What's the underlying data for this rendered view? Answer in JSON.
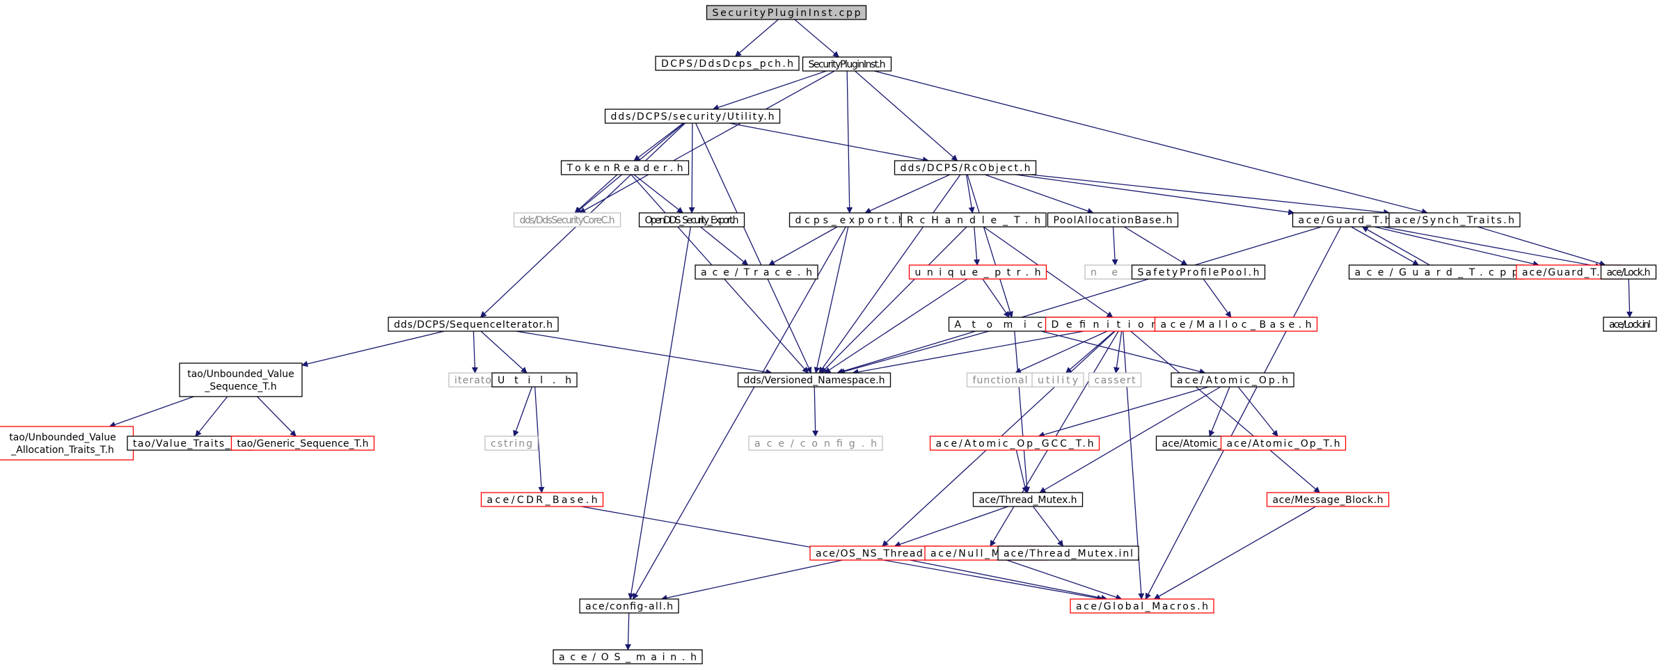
{
  "graph": {
    "nodes": [
      {
        "id": "root",
        "label": "SecurityPluginInst.cpp",
        "style": "root"
      },
      {
        "id": "pch",
        "label": "DCPS/DdsDcps_pch.h",
        "style": "normal"
      },
      {
        "id": "sph",
        "label": "SecurityPluginInst.h",
        "style": "normal"
      },
      {
        "id": "util",
        "label": "dds/DCPS/security/Utility.h",
        "style": "normal"
      },
      {
        "id": "rcobj",
        "label": "dds/DCPS/RcObject.h",
        "style": "normal"
      },
      {
        "id": "tokr",
        "label": "TokenReader.h",
        "style": "normal"
      },
      {
        "id": "core",
        "label": "dds/DdsSecurityCoreC.h",
        "style": "nofile"
      },
      {
        "id": "odse",
        "label": "OpenDDS_Security_Export.h",
        "style": "normal"
      },
      {
        "id": "dcpsx",
        "label": "dcps_export.h",
        "style": "normal"
      },
      {
        "id": "rch",
        "label": "RcHandle_T.h",
        "style": "normal"
      },
      {
        "id": "pab",
        "label": "PoolAllocationBase.h",
        "style": "normal"
      },
      {
        "id": "guard",
        "label": "ace/Guard_T.h",
        "style": "normal"
      },
      {
        "id": "synch",
        "label": "ace/Synch_Traits.h",
        "style": "normal"
      },
      {
        "id": "trace",
        "label": "ace/Trace.h",
        "style": "normal"
      },
      {
        "id": "uptr",
        "label": "unique_ptr.h",
        "style": "trunc"
      },
      {
        "id": "new",
        "label": "new",
        "style": "nofile"
      },
      {
        "id": "spp",
        "label": "SafetyProfilePool.h",
        "style": "normal"
      },
      {
        "id": "gcpp",
        "label": "ace/Guard_T.cpp",
        "style": "normal"
      },
      {
        "id": "ginl",
        "label": "ace/Guard_T.inl",
        "style": "trunc"
      },
      {
        "id": "lock",
        "label": "ace/Lock.h",
        "style": "normal"
      },
      {
        "id": "seqit",
        "label": "dds/DCPS/SequenceIterator.h",
        "style": "normal"
      },
      {
        "id": "atomic",
        "label": "Atomic.h",
        "style": "normal"
      },
      {
        "id": "defs",
        "label": "Definitions.h",
        "style": "trunc"
      },
      {
        "id": "mallocb",
        "label": "ace/Malloc_Base.h",
        "style": "trunc"
      },
      {
        "id": "lockinl",
        "label": "ace/Lock.inl",
        "style": "normal"
      },
      {
        "id": "tuv",
        "label": "tao/Unbounded_Value\n_Sequence_T.h",
        "style": "normal"
      },
      {
        "id": "iter",
        "label": "iterator",
        "style": "nofile"
      },
      {
        "id": "utilh",
        "label": "Util.h",
        "style": "normal"
      },
      {
        "id": "vns",
        "label": "dds/Versioned_Namespace.h",
        "style": "normal"
      },
      {
        "id": "func",
        "label": "functional",
        "style": "nofile"
      },
      {
        "id": "utility",
        "label": "utility",
        "style": "nofile"
      },
      {
        "id": "cassert",
        "label": "cassert",
        "style": "nofile"
      },
      {
        "id": "aop",
        "label": "ace/Atomic_Op.h",
        "style": "normal"
      },
      {
        "id": "tuvat",
        "label": "tao/Unbounded_Value\n_Allocation_Traits_T.h",
        "style": "trunc"
      },
      {
        "id": "vtt",
        "label": "tao/Value_Traits_T.h",
        "style": "normal"
      },
      {
        "id": "gst",
        "label": "tao/Generic_Sequence_T.h",
        "style": "trunc"
      },
      {
        "id": "cstring",
        "label": "cstring",
        "style": "nofile"
      },
      {
        "id": "config",
        "label": "ace/config.h",
        "style": "nofile"
      },
      {
        "id": "aogcc",
        "label": "ace/Atomic_Op_GCC_T.h",
        "style": "trunc"
      },
      {
        "id": "aoinl",
        "label": "ace/Atomic_Op.inl",
        "style": "normal"
      },
      {
        "id": "aot",
        "label": "ace/Atomic_Op_T.h",
        "style": "trunc"
      },
      {
        "id": "cdr",
        "label": "ace/CDR_Base.h",
        "style": "trunc"
      },
      {
        "id": "tmx",
        "label": "ace/Thread_Mutex.h",
        "style": "normal"
      },
      {
        "id": "mb",
        "label": "ace/Message_Block.h",
        "style": "trunc"
      },
      {
        "id": "osns",
        "label": "ace/OS_NS_Thread.h",
        "style": "trunc"
      },
      {
        "id": "nmx",
        "label": "ace/Null_Mutex.h",
        "style": "trunc"
      },
      {
        "id": "tmxinl",
        "label": "ace/Thread_Mutex.inl",
        "style": "normal"
      },
      {
        "id": "cfgall",
        "label": "ace/config-all.h",
        "style": "normal"
      },
      {
        "id": "gm",
        "label": "ace/Global_Macros.h",
        "style": "trunc"
      },
      {
        "id": "osmain",
        "label": "ace/OS_main.h",
        "style": "normal"
      }
    ],
    "edges": [
      [
        "root",
        "pch"
      ],
      [
        "root",
        "sph"
      ],
      [
        "sph",
        "util"
      ],
      [
        "sph",
        "core"
      ],
      [
        "sph",
        "rcobj"
      ],
      [
        "sph",
        "dcpsx"
      ],
      [
        "sph",
        "synch"
      ],
      [
        "util",
        "core"
      ],
      [
        "util",
        "tokr"
      ],
      [
        "util",
        "odse"
      ],
      [
        "util",
        "rcobj"
      ],
      [
        "util",
        "seqit"
      ],
      [
        "util",
        "vns"
      ],
      [
        "tokr",
        "core"
      ],
      [
        "tokr",
        "odse"
      ],
      [
        "tokr",
        "vns"
      ],
      [
        "odse",
        "trace"
      ],
      [
        "odse",
        "cfgall"
      ],
      [
        "rcobj",
        "dcpsx"
      ],
      [
        "rcobj",
        "rch"
      ],
      [
        "rcobj",
        "pab"
      ],
      [
        "rcobj",
        "guard"
      ],
      [
        "rcobj",
        "synch"
      ],
      [
        "rcobj",
        "atomic"
      ],
      [
        "rcobj",
        "vns"
      ],
      [
        "dcpsx",
        "trace"
      ],
      [
        "dcpsx",
        "vns"
      ],
      [
        "dcpsx",
        "cfgall"
      ],
      [
        "rch",
        "uptr"
      ],
      [
        "rch",
        "defs"
      ],
      [
        "rch",
        "vns"
      ],
      [
        "uptr",
        "atomic"
      ],
      [
        "uptr",
        "vns"
      ],
      [
        "pab",
        "new"
      ],
      [
        "pab",
        "spp"
      ],
      [
        "spp",
        "mallocb"
      ],
      [
        "guard",
        "gcpp"
      ],
      [
        "guard",
        "ginl"
      ],
      [
        "guard",
        "lock"
      ],
      [
        "guard",
        "vns"
      ],
      [
        "guard",
        "gm"
      ],
      [
        "gcpp",
        "guard"
      ],
      [
        "synch",
        "lock"
      ],
      [
        "lock",
        "lockinl"
      ],
      [
        "seqit",
        "tuv"
      ],
      [
        "seqit",
        "iter"
      ],
      [
        "seqit",
        "utilh"
      ],
      [
        "seqit",
        "vns"
      ],
      [
        "tuv",
        "tuvat"
      ],
      [
        "tuv",
        "vtt"
      ],
      [
        "tuv",
        "gst"
      ],
      [
        "utilh",
        "cstring"
      ],
      [
        "utilh",
        "cdr"
      ],
      [
        "atomic",
        "vns"
      ],
      [
        "atomic",
        "aop"
      ],
      [
        "atomic",
        "tmx"
      ],
      [
        "defs",
        "vns"
      ],
      [
        "defs",
        "func"
      ],
      [
        "defs",
        "utility"
      ],
      [
        "defs",
        "cassert"
      ],
      [
        "defs",
        "nmx"
      ],
      [
        "defs",
        "osns"
      ],
      [
        "defs",
        "gm"
      ],
      [
        "defs",
        "mb"
      ],
      [
        "vns",
        "config"
      ],
      [
        "aop",
        "aogcc"
      ],
      [
        "aop",
        "aoinl"
      ],
      [
        "aop",
        "aot"
      ],
      [
        "aop",
        "tmx"
      ],
      [
        "aogcc",
        "tmx"
      ],
      [
        "tmx",
        "osns"
      ],
      [
        "tmx",
        "tmxinl"
      ],
      [
        "cdr",
        "gm"
      ],
      [
        "mb",
        "gm"
      ],
      [
        "osns",
        "cfgall"
      ],
      [
        "osns",
        "gm"
      ],
      [
        "nmx",
        "gm"
      ],
      [
        "cfgall",
        "osmain"
      ]
    ]
  },
  "colors": {
    "edge": "#191970",
    "border_normal": "#000000",
    "border_trunc": "#ff0000",
    "border_nofile": "#bfbfbf",
    "text_nofile": "#888888",
    "root_fill": "#bfbfbf"
  }
}
